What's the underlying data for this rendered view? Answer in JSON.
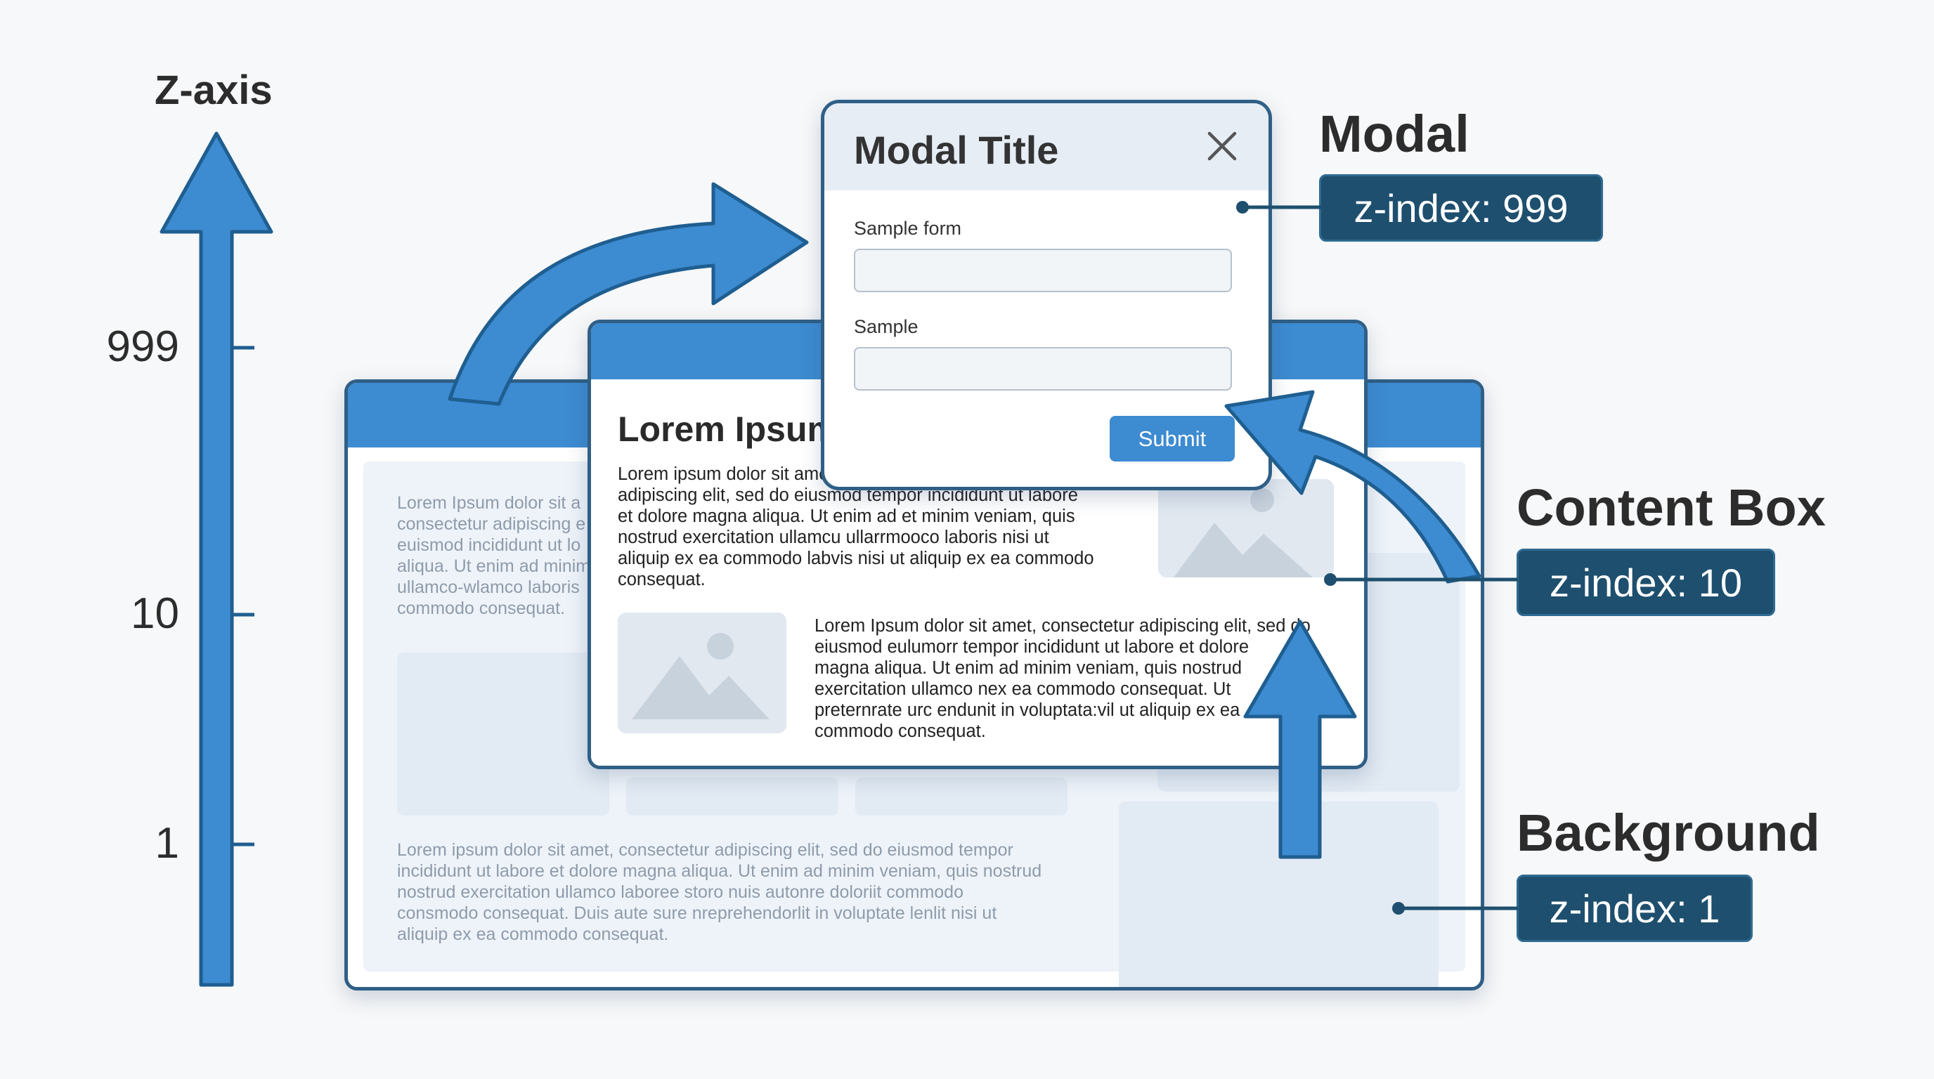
{
  "axis": {
    "title": "Z-axis",
    "ticks": [
      "999",
      "10",
      "1"
    ]
  },
  "background": {
    "text_top": "Lorem Ipsum dolor sit a\nconsectetur adipiscing e\neuismod incididunt ut lo\naliqua. Ut enim ad minim\nullamco-wlamco laboris\ncommodo consequat.",
    "text_bottom": "Lorem ipsum dolor sit amet, consectetur adipiscing elit, sed do eiusmod tempor\nincididunt ut labore et dolore magna aliqua. Ut enim ad minim veniam, quis nostrud\nnostrud exercitation ullamco laboree storo nuis autonre doloriit commodo\nconsmodo consequat. Duis aute sure nreprehendorlit in voluptate lenlit nisi ut\naliquip ex ea commodo consequat."
  },
  "content_box": {
    "heading": "Lorem Ipsum",
    "paragraph1": "Lorem ipsum dolor sit amet, consectetur\nadipiscing elit, sed do eiusmod tempor incididunt ut labore\net dolore magna aliqua. Ut enim ad et minim veniam, quis\nnostrud exercitation ullamcu ullarrmooco laboris nisi ut\naliquip ex ea commodo labvis nisi ut aliquip ex ea commodo\nconsequat.",
    "paragraph2": "Lorem Ipsum dolor sit amet, consectetur adipiscing elit, sed do\neiusmod eulumorr tempor incididunt ut labore et dolore\nmagna aliqua. Ut enim ad minim veniam, quis nostrud\nexercitation ullamco nex ea commodo consequat. Ut\npreternrate urc endunit in voluptata:vil ut aliquip ex ea\ncommodo consequat."
  },
  "modal": {
    "title": "Modal Title",
    "field1_label": "Sample form",
    "field2_label": "Sample",
    "submit_label": "Submit"
  },
  "layers": {
    "modal": {
      "title": "Modal",
      "badge": "z-index: 999"
    },
    "content_box": {
      "title": "Content Box",
      "badge": "z-index: 10"
    },
    "background": {
      "title": "Background",
      "badge": "z-index: 1"
    }
  },
  "colors": {
    "accent": "#3d8bd1",
    "border": "#2f5f86",
    "badge": "#1e4f6e"
  }
}
